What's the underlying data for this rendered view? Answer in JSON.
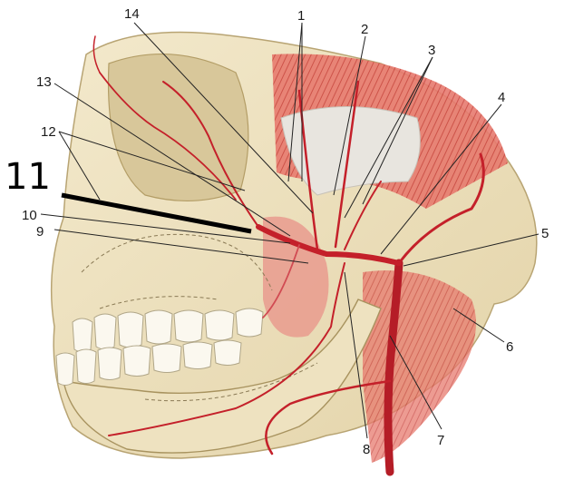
{
  "labels": {
    "l1": "1",
    "l2": "2",
    "l3": "3",
    "l4": "4",
    "l5": "5",
    "l6": "6",
    "l7": "7",
    "l8": "8",
    "l9": "9",
    "l10": "10",
    "l11": "11",
    "l12": "12",
    "l13": "13",
    "l14": "14"
  },
  "colors": {
    "bone": "#efe3c2",
    "bone_shadow": "#d9c99c",
    "artery": "#c4202a",
    "artery_light": "#e0707a",
    "muscle": "#d9504f",
    "tendon": "#dedbd6",
    "leader": "#222222",
    "pointer": "#000000"
  }
}
